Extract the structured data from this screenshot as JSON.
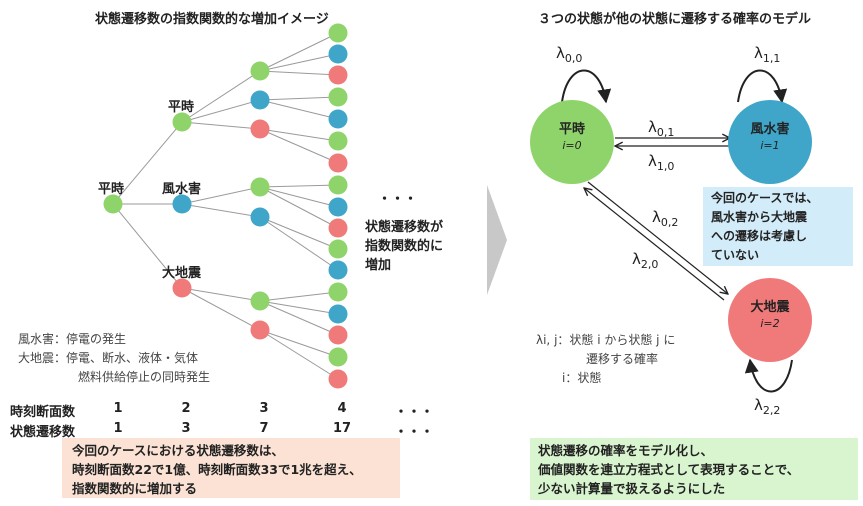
{
  "left": {
    "title": "状態遷移数の指数関数的な増加イメージ",
    "root_label": "平時",
    "branch_labels": [
      "平時",
      "風水害",
      "大地震"
    ],
    "ellipsis": "・・・",
    "growth_note": [
      "状態遷移数が",
      "指数関数的に",
      "増加"
    ],
    "legend": {
      "line1": "風水害：停電の発生",
      "line2": "大地震：停電、断水、液体・気体",
      "line3": "燃料供給停止の同時発生"
    },
    "table": {
      "row1_label": "時刻断面数",
      "row1_values": [
        "1",
        "2",
        "3",
        "4",
        "・・・"
      ],
      "row2_label": "状態遷移数",
      "row2_values": [
        "1",
        "3",
        "7",
        "17",
        "・・・"
      ]
    },
    "note": {
      "line1": "今回のケースにおける状態遷移数は、",
      "line2": "時刻断面数22で1億、時刻断面数33で1兆を超え、",
      "line3": "指数関数的に増加する"
    }
  },
  "right": {
    "title": "３つの状態が他の状態に遷移する確率のモデル",
    "states": [
      {
        "name": "平時",
        "index": "i=0"
      },
      {
        "name": "風水害",
        "index": "i=1"
      },
      {
        "name": "大地震",
        "index": "i=2"
      }
    ],
    "lambda_symbol": "λ",
    "subs": {
      "l00": "0,0",
      "l11": "1,1",
      "l22": "2,2",
      "l01": "0,1",
      "l10": "1,0",
      "l02": "0,2",
      "l20": "2,0"
    },
    "callout": [
      "今回のケースでは、",
      "風水害から大地震",
      "への遷移は考慮し",
      "ていない"
    ],
    "definition": {
      "line1": "λi, j：状態 i から状態 j に",
      "line2": "遷移する確率",
      "line3": "i：状態"
    },
    "note": {
      "line1": "状態遷移の確率をモデル化し、",
      "line2": "価値関数を連立方程式として表現することで、",
      "line3": "少ない計算量で扱えるようにした"
    }
  },
  "colors": {
    "green": "#8fd46a",
    "blue": "#3fa6c9",
    "red": "#f07a7a",
    "left_note_bg": "#fbe2d4",
    "right_note_bg": "#d9f5cf",
    "callout_bg": "#d3ecf9",
    "arrow_gray": "#c8c8c8"
  }
}
